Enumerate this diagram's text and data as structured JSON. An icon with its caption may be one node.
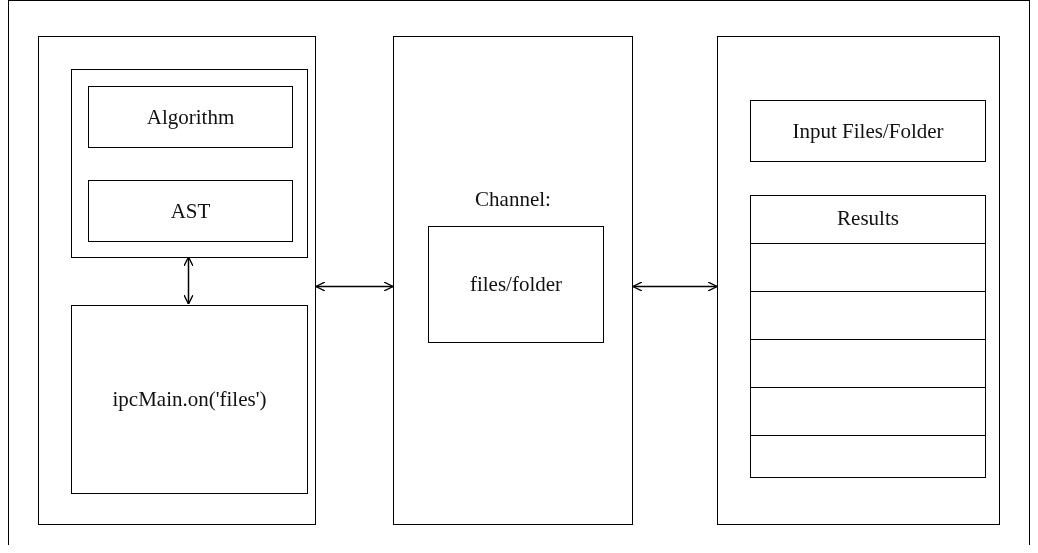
{
  "diagram": {
    "nodes": [
      {
        "text": [],
        "shape": "box"
      },
      {
        "text": [],
        "shape": "box",
        "in": 0
      },
      {
        "text": [
          "Algorithm"
        ],
        "in": 1
      },
      {
        "text": [
          "AST"
        ],
        "in": 1
      },
      {
        "text": [
          "ipcMain.on('files')"
        ],
        "in": 0
      },
      {
        "text": [
          "Channel:"
        ]
      },
      {
        "text": [
          "files/folder"
        ],
        "in": 5
      },
      {
        "text": [],
        "shape": "box"
      },
      {
        "text": [
          "Input Files/Folder"
        ],
        "in": 7
      },
      {
        "text": [
          "Results"
        ],
        "in": 7
      }
    ],
    "edges": [
      {
        "from": 1,
        "to": 4,
        "arrow": "both"
      },
      {
        "from": 0,
        "to": 5,
        "arrow": "both"
      },
      {
        "from": 5,
        "to": 7,
        "arrow": "both"
      }
    ]
  }
}
